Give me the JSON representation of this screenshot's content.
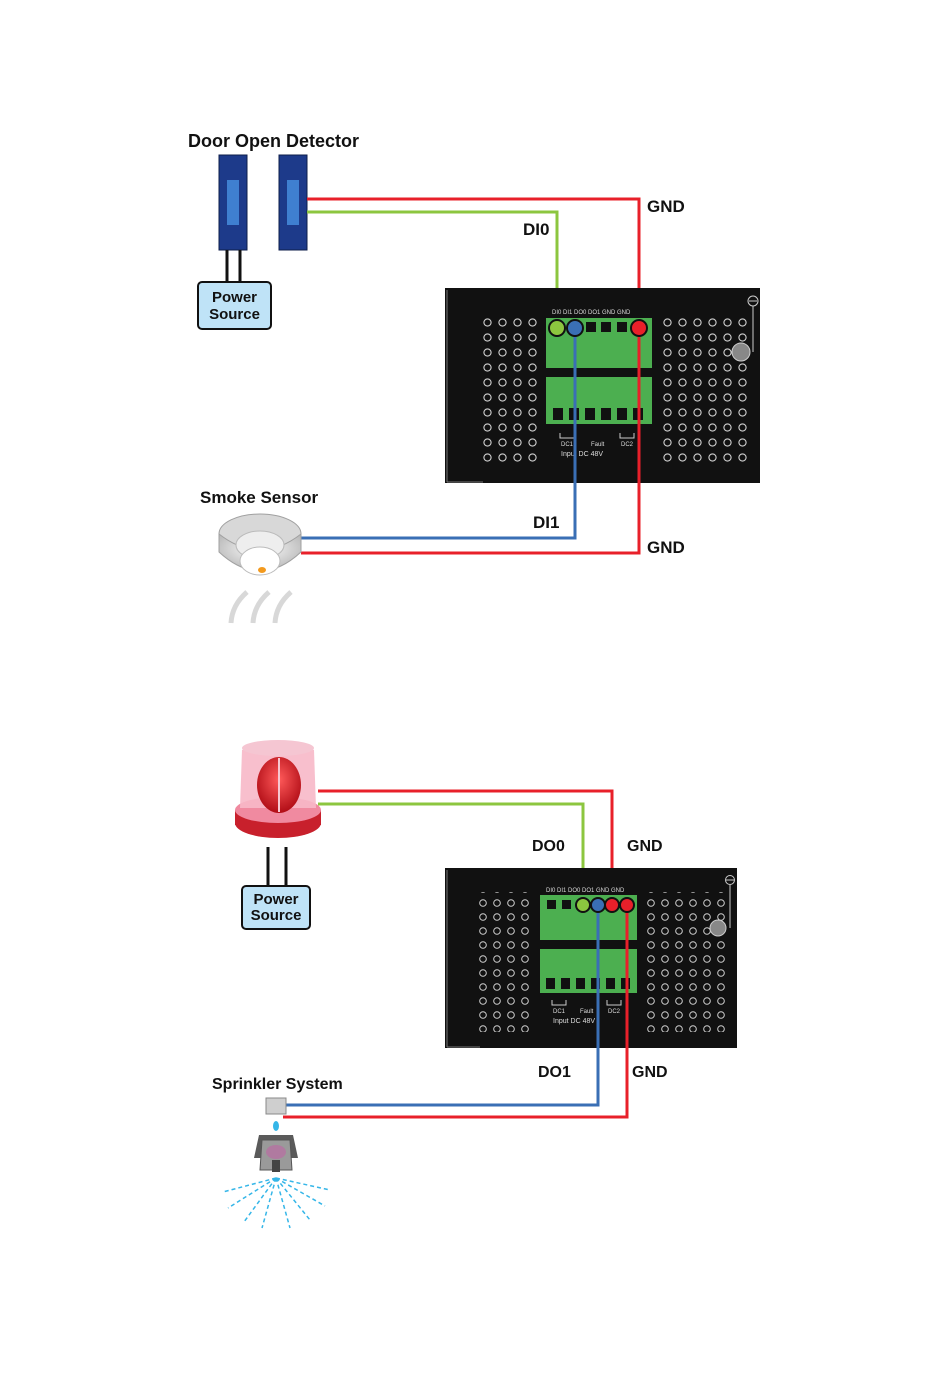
{
  "diagram_top": {
    "title": "Door Open Detector",
    "power_source": [
      "Power",
      "Source"
    ],
    "smoke_sensor": "Smoke Sensor",
    "di0": "DI0",
    "di1": "DI1",
    "gnd_top": "GND",
    "gnd_bottom": "GND",
    "terminal_labels": "DI0  DI1  DO0  DO1  GND  GND",
    "dc1": "DC1",
    "fault": "Fault",
    "dc2": "DC2",
    "input": "Input DC 48V"
  },
  "diagram_bottom": {
    "power_source": [
      "Power",
      "Source"
    ],
    "do0": "DO0",
    "gnd_top": "GND",
    "do1": "DO1",
    "gnd_bottom": "GND",
    "sprinkler": "Sprinkler System",
    "terminal_labels": "DI0  DI1  DO0  DO1  GND  GND",
    "dc1": "DC1",
    "fault": "Fault",
    "dc2": "DC2",
    "input": "Input DC 48V"
  },
  "colors": {
    "red": "#e8202a",
    "green": "#8cc63f",
    "blue": "#3a6fb5",
    "device_black": "#111111",
    "terminal_green": "#4caf50",
    "sensor_blue": "#1d3a8a",
    "power_box": "#bfe3f7"
  },
  "icons": [
    "ground-icon",
    "alarm-light-icon",
    "smoke-sensor-icon",
    "sprinkler-icon",
    "door-sensor-icon"
  ]
}
